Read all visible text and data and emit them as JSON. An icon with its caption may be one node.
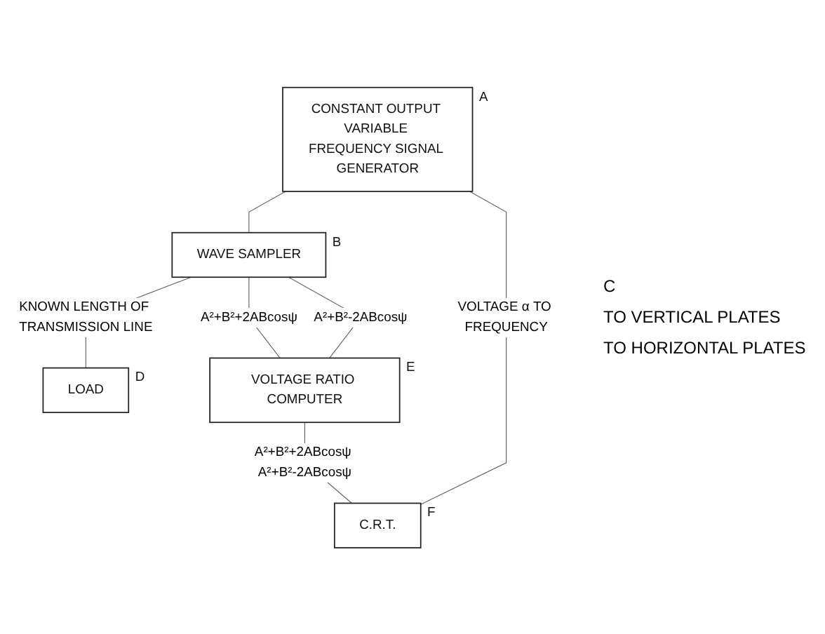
{
  "diagram": {
    "nodes": [
      {
        "text": [
          "CONSTANT OUTPUT VARIABLE FREQUENCY SIGNAL GENERATOR"
        ],
        "beside": [
          "A"
        ]
      },
      {
        "text": [
          "WAVE SAMPLER"
        ],
        "beside": [
          "B"
        ]
      },
      {
        "text": [
          "LOAD"
        ],
        "beside": [
          "D"
        ]
      },
      {
        "text": [
          "VOLTAGE RATIO COMPUTER"
        ],
        "beside": [
          "E"
        ]
      },
      {
        "text": [
          "C.R.T."
        ],
        "beside": [
          "F"
        ]
      }
    ],
    "edges": [
      {
        "from": 0,
        "to": 1,
        "arrow": "none"
      },
      {
        "from": 1,
        "to": 2,
        "arrow": "none",
        "label": "KNOWN LENGTH OF TRANSMISSION LINE"
      },
      {
        "from": 1,
        "to": 3,
        "arrow": "none",
        "label": "A²+B²+2ABcosψ"
      },
      {
        "from": 1,
        "to": 3,
        "arrow": "none",
        "label": "A²+B²-2ABcosψ"
      },
      {
        "from": 3,
        "to": 4,
        "arrow": "none",
        "label": "A²+B²+2ABcosψ A²+B²-2ABcosψ"
      },
      {
        "from": 0,
        "to": 4,
        "arrow": "none",
        "label": "VOLTAGE α TO FREQUENCY"
      }
    ],
    "labels": [
      "C",
      "TO VERTICAL PLATES",
      "TO HORIZONTAL PLATES"
    ]
  }
}
